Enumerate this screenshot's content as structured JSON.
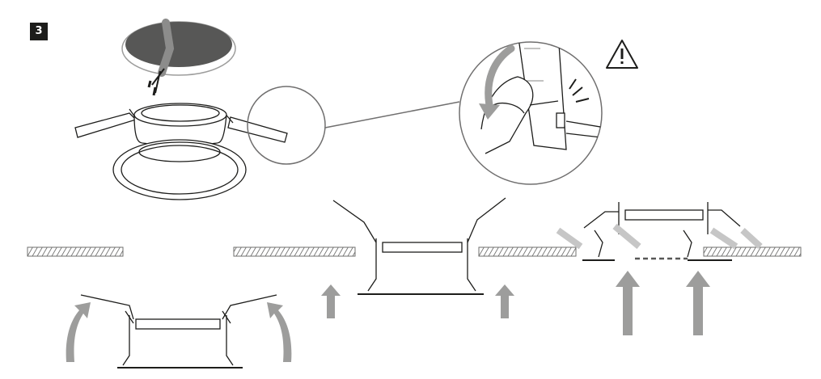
{
  "step": {
    "number": "3"
  },
  "colors": {
    "line": "#1d1d1b",
    "arrow": "#9d9d9c",
    "ceiling_dark": "#575756",
    "hatch": "#6f6f6e",
    "zoom_circle": "#706f6f"
  },
  "icons": {
    "warning": "warning-triangle-icon",
    "arrows": [
      "curved-up-arrow",
      "straight-up-arrow"
    ]
  }
}
